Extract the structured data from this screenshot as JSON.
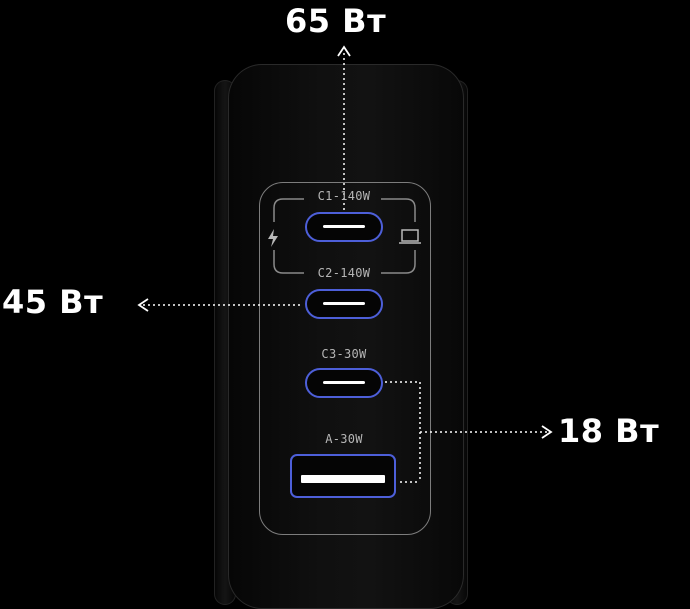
{
  "ports": {
    "c1": {
      "label": "C1-140W"
    },
    "c2": {
      "label": "C2-140W"
    },
    "c3": {
      "label": "C3-30W"
    },
    "a": {
      "label": "A-30W"
    }
  },
  "callouts": {
    "top": "65 Вт",
    "left": "45 Вт",
    "right": "18 Вт"
  },
  "icons": [
    "lightning-bolt-icon",
    "laptop-icon"
  ],
  "colors": {
    "background": "#000000",
    "port_outline": "#4d5fd9",
    "text": "#ffffff",
    "label": "#b5b5b5"
  }
}
